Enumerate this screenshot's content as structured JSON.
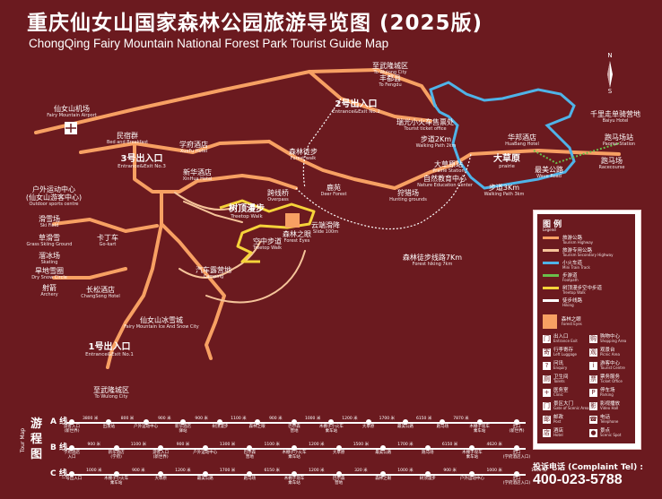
{
  "header": {
    "title": "重庆仙女山国家森林公园旅游导览图 (2025版)",
    "subtitle": "ChongQing Fairy Mountain National Forest Park Tourist Guide Map"
  },
  "compass": {
    "north": "N",
    "south": "S"
  },
  "map": {
    "labels": [
      {
        "id": "wulong-top",
        "cn": "至武隆城区",
        "en": "To Wulong City"
      },
      {
        "id": "fengdu",
        "cn": "丰都县",
        "en": "To Fengdu"
      },
      {
        "id": "airport",
        "cn": "仙女山机场",
        "en": "Fairy Mountain Airport"
      },
      {
        "id": "entrance2",
        "cn": "2号出入口",
        "en": "Entrance&Exit No.2",
        "big": true
      },
      {
        "id": "entrance3",
        "cn": "3号出入口",
        "en": "Entrance&Exit No.3",
        "big": true
      },
      {
        "id": "entrance1",
        "cn": "1号出入口",
        "en": "Entrance&Exit No.1",
        "big": true
      },
      {
        "id": "wulong-bottom",
        "cn": "至武隆城区",
        "en": "To Wulong City"
      },
      {
        "id": "treetop",
        "cn": "树顶漫步",
        "en": "Treetop Walk",
        "big": true
      },
      {
        "id": "skywalk",
        "cn": "空中步道",
        "en": "Treetop Walk"
      },
      {
        "id": "slide",
        "cn": "云端滑降",
        "en": "Slide 100m"
      },
      {
        "id": "forest-eyes",
        "cn": "森林之眼",
        "en": "Forest Eyes"
      },
      {
        "id": "grassland",
        "cn": "大草原",
        "en": "prairie",
        "big": true
      },
      {
        "id": "camping",
        "cn": "汽车露营地",
        "en": "Camping"
      },
      {
        "id": "icesnow",
        "cn": "仙女山冰雪城",
        "en": "Fairy Mountain Ice And Snow City"
      },
      {
        "id": "ski",
        "cn": "滑雪场",
        "en": "Ski Field"
      },
      {
        "id": "grass-ski",
        "cn": "草滑雪",
        "en": "Grass Skiing Ground"
      },
      {
        "id": "skating",
        "cn": "溜冰场",
        "en": "Skating"
      },
      {
        "id": "dry-snow",
        "cn": "旱地雪圈",
        "en": "Dry Snow Circle"
      },
      {
        "id": "archery",
        "cn": "射箭",
        "en": "Archery"
      },
      {
        "id": "gokart",
        "cn": "卡丁车",
        "en": "Go-kart"
      },
      {
        "id": "changsong",
        "cn": "长松酒店",
        "en": "ChangSong Hotel"
      },
      {
        "id": "outdoor",
        "cn": "户外运动中心\n(仙女山游客中心)",
        "en": "Outdoor sports centre"
      },
      {
        "id": "hunting",
        "cn": "狩猎场",
        "en": "Hunting grounds"
      },
      {
        "id": "wave-road",
        "cn": "最美公路",
        "en": "Wave Road"
      },
      {
        "id": "forest-trail",
        "cn": "森林徒步线路7Km",
        "en": "Forest hiking 7km"
      },
      {
        "id": "horse",
        "cn": "跑马场",
        "en": "Racecourse"
      },
      {
        "id": "horse-station",
        "cn": "跑马场站",
        "en": "Paoma Station"
      },
      {
        "id": "xuehu",
        "cn": "学府酒店",
        "en": "XueFu Hotel"
      },
      {
        "id": "xinhua",
        "cn": "新华酒店",
        "en": "XinHua Hotel"
      },
      {
        "id": "bnb",
        "cn": "民宿群",
        "en": "Bed and Breakfast"
      },
      {
        "id": "huafeng",
        "cn": "华邦酒店",
        "en": "HuaBang Hotel"
      },
      {
        "id": "baiyun",
        "cn": "千里走单骑营地",
        "en": "Baiyu Hotel"
      },
      {
        "id": "grass-station",
        "cn": "大草原站",
        "en": "Prairie Station"
      },
      {
        "id": "nature-edu",
        "cn": "自然教育中心",
        "en": "Nature Education Center"
      },
      {
        "id": "walking-2km",
        "cn": "步道2Km",
        "en": "Walking Path 2km"
      },
      {
        "id": "walking-3km",
        "cn": "步道3Km",
        "en": "Walking Path 3km"
      },
      {
        "id": "tourist-office",
        "cn": "瑞光小火车售票处",
        "en": "Tourist ticket office"
      },
      {
        "id": "deer-forest",
        "cn": "鹿苑",
        "en": "Deer Forest"
      },
      {
        "id": "bridge",
        "cn": "跨线桥",
        "en": "Overpass"
      },
      {
        "id": "hike3",
        "cn": "森林徒步",
        "en": "Forest walk"
      }
    ]
  },
  "legend": {
    "title": "图 例",
    "title_en": "Legend",
    "lines": [
      {
        "cn": "旅游公路",
        "en": "Tourism Highway",
        "color": "#f7a063"
      },
      {
        "cn": "旅游专用公路",
        "en": "Tourism Secondary Highway",
        "color": "#f5c49a"
      },
      {
        "cn": "小火车道",
        "en": "Mini Train Track",
        "color": "#4fb3e8"
      },
      {
        "cn": "步游道",
        "en": "Footpath",
        "color": "#6abf4b"
      },
      {
        "cn": "树顶漫步空中步道",
        "en": "Treetop Walk",
        "color": "#f5d33a"
      },
      {
        "cn": "徒步线路",
        "en": "Hiking",
        "color": "#ffffff"
      }
    ],
    "featured": {
      "cn": "森林之眼",
      "en": "Forest Eyes"
    },
    "icons": [
      {
        "cn": "出入口",
        "en": "Entrance Exit",
        "glyph": "门"
      },
      {
        "cn": "购物中心",
        "en": "Shopping Area",
        "glyph": "购"
      },
      {
        "cn": "行李寄存",
        "en": "Left Luggage",
        "glyph": "寄"
      },
      {
        "cn": "观景台",
        "en": "Picnic Area",
        "glyph": "观"
      },
      {
        "cn": "问讯",
        "en": "Enquiry",
        "glyph": "?"
      },
      {
        "cn": "游客中心",
        "en": "Tourist Centre",
        "glyph": "i"
      },
      {
        "cn": "卫生间",
        "en": "Toilets",
        "glyph": "厕"
      },
      {
        "cn": "票务服务",
        "en": "Ticket Office",
        "glyph": "票"
      },
      {
        "cn": "医务室",
        "en": "Clinic",
        "glyph": "+"
      },
      {
        "cn": "停车场",
        "en": "Parking",
        "glyph": "P"
      },
      {
        "cn": "景区大门",
        "en": "Gate of Scenic Area",
        "glyph": "门"
      },
      {
        "cn": "影视播放",
        "en": "Video Hall",
        "glyph": "影"
      },
      {
        "cn": "邮政",
        "en": "Post",
        "glyph": "邮"
      },
      {
        "cn": "电话",
        "en": "Telephone",
        "glyph": "☎"
      },
      {
        "cn": "酒店",
        "en": "Hotel",
        "glyph": "店"
      },
      {
        "cn": "景点",
        "en": "Scenic Spot",
        "glyph": "●"
      }
    ]
  },
  "tour": {
    "label": "游程图",
    "label_en": "Tour Map",
    "routes": [
      {
        "name": "A 线",
        "dists": [
          "3800 米",
          "800 米",
          "900 米",
          "900 米",
          "1100 米",
          "900 米",
          "1000 米",
          "1200 米",
          "1700 米",
          "6150 米",
          "7870 米"
        ],
        "stops": [
          "游客入口\n(新世界)",
          "出发站",
          "户外运动中心",
          "新华酒店\n驿站",
          "树顶漫步",
          "森林之眼",
          "巴尔森\n营地",
          "木棚子小火车\n乘车站",
          "大草原",
          "最美公路",
          "跑马场",
          "木棚子现车\n乘车站",
          "出口\n(新世界)"
        ]
      },
      {
        "name": "B 线",
        "dists": [
          "900 米",
          "1100 米",
          "900 米",
          "1300 米",
          "1100 米",
          "1200 米",
          "1500 米",
          "1700 米",
          "6150 米",
          "4620 米"
        ],
        "stops": [
          "学府酒店\n入口",
          "新华酒店\n(学府)",
          "游客入口\n(新世界)",
          "户外运动中心",
          "巴尔森\n营地",
          "木棚子小火车\n乘车站",
          "大草原",
          "最美公路",
          "跑马场",
          "木棚子现车\n乘车站",
          "出口\n(学府酒店入口)"
        ]
      },
      {
        "name": "C 线",
        "dists": [
          "1000 米",
          "900 米",
          "1200 米",
          "1700 米",
          "6150 米",
          "1200 米",
          "320 米",
          "1000 米",
          "900 米",
          "1000 米",
          "1100 米"
        ],
        "stops": [
          "一号出入口",
          "木棚子小火车\n乘车站",
          "大草原",
          "最美公路",
          "跑马场",
          "木棚子现车\n乘车站",
          "巴尔森\n营地",
          "森林之眼",
          "树顶漫步",
          "户外运动中心",
          "出口\n(学府酒店入口)"
        ]
      }
    ]
  },
  "contact": {
    "label": "投诉电话 (Complaint Tel) :",
    "phone": "400-023-5788"
  }
}
